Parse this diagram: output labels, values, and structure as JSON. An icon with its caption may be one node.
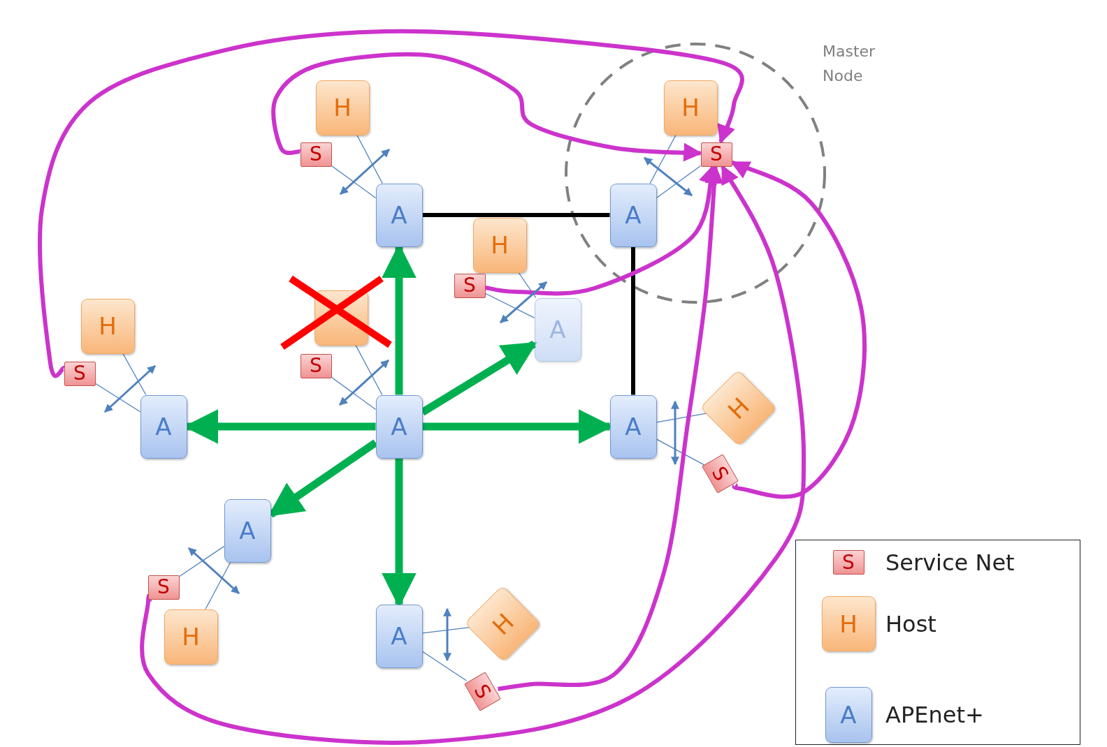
{
  "diagram": {
    "nodes": [
      {
        "text": [
          "H"
        ]
      },
      {
        "text": [
          "H"
        ]
      },
      {
        "text": [
          "S"
        ]
      },
      {
        "text": [
          "S"
        ]
      },
      {
        "text": [
          "A"
        ]
      },
      {
        "text": [
          "H"
        ]
      },
      {
        "text": [
          "A"
        ]
      },
      {
        "text": [
          "S"
        ]
      },
      {
        "text": [
          "H"
        ]
      },
      {
        "text": [],
        "shape": "box"
      },
      {
        "text": [
          "A"
        ]
      },
      {
        "text": [
          "S"
        ]
      },
      {
        "text": [
          "S"
        ]
      },
      {
        "text": [
          "A"
        ]
      },
      {
        "text": [
          "A"
        ]
      },
      {
        "text": [
          "A"
        ]
      },
      {
        "text": [
          "H"
        ]
      },
      {
        "text": [
          "S"
        ]
      },
      {
        "text": [
          "A"
        ]
      },
      {
        "text": [
          "S"
        ]
      },
      {
        "text": [
          "H"
        ]
      },
      {
        "text": [
          "A"
        ]
      },
      {
        "text": [
          "H"
        ]
      },
      {
        "text": [
          "S"
        ]
      }
    ],
    "edges": [
      {
        "from": 4,
        "to": 6,
        "arrow": "none",
        "style": "thick",
        "color": "#000000"
      },
      {
        "from": 6,
        "to": 15,
        "arrow": "none",
        "style": "thick",
        "color": "#000000"
      },
      {
        "from": 14,
        "to": 4,
        "arrow": "to",
        "style": "thick",
        "color": "#00b050"
      },
      {
        "from": 14,
        "to": 21,
        "arrow": "to",
        "style": "thick",
        "color": "#00b050"
      },
      {
        "from": 14,
        "to": 13,
        "arrow": "to",
        "style": "thick",
        "color": "#00b050"
      },
      {
        "from": 14,
        "to": 15,
        "arrow": "to",
        "style": "thick",
        "color": "#00b050"
      },
      {
        "from": 14,
        "to": 10,
        "arrow": "to",
        "style": "thick",
        "color": "#00b050"
      },
      {
        "from": 14,
        "to": 18,
        "arrow": "to",
        "style": "thick",
        "color": "#00b050"
      },
      {
        "from": 0,
        "to": 4,
        "arrow": "none"
      },
      {
        "from": 2,
        "to": 4,
        "arrow": "none"
      },
      {
        "from": 1,
        "to": 6,
        "arrow": "none"
      },
      {
        "from": 3,
        "to": 6,
        "arrow": "none"
      },
      {
        "from": 5,
        "to": 10,
        "arrow": "none"
      },
      {
        "from": 7,
        "to": 10,
        "arrow": "none"
      },
      {
        "from": 8,
        "to": 13,
        "arrow": "none"
      },
      {
        "from": 11,
        "to": 13,
        "arrow": "none"
      },
      {
        "from": 9,
        "to": 14,
        "arrow": "none"
      },
      {
        "from": 12,
        "to": 14,
        "arrow": "none"
      },
      {
        "from": 16,
        "to": 15,
        "arrow": "none"
      },
      {
        "from": 17,
        "to": 15,
        "arrow": "none"
      },
      {
        "from": 20,
        "to": 18,
        "arrow": "none"
      },
      {
        "from": 19,
        "to": 18,
        "arrow": "none"
      },
      {
        "from": 22,
        "to": 21,
        "arrow": "none"
      },
      {
        "from": 23,
        "to": 21,
        "arrow": "none"
      },
      {
        "from": 2,
        "to": 3,
        "arrow": "to",
        "style": "thick",
        "color": "#cc33cc"
      },
      {
        "from": 11,
        "to": 3,
        "arrow": "to",
        "style": "thick",
        "color": "#cc33cc"
      },
      {
        "from": 7,
        "to": 3,
        "arrow": "to",
        "style": "thick",
        "color": "#cc33cc"
      },
      {
        "from": 17,
        "to": 3,
        "arrow": "to",
        "style": "thick",
        "color": "#cc33cc"
      },
      {
        "from": 23,
        "to": 3,
        "arrow": "to",
        "style": "thick",
        "color": "#cc33cc"
      },
      {
        "from": 19,
        "to": 3,
        "arrow": "to",
        "style": "thick",
        "color": "#cc33cc"
      }
    ],
    "labels": [
      "Master Node",
      "S",
      "H",
      "A"
    ],
    "legend": [
      {
        "text": "Service Net"
      },
      {
        "text": "Host"
      },
      {
        "text": "APEnet+"
      }
    ]
  }
}
